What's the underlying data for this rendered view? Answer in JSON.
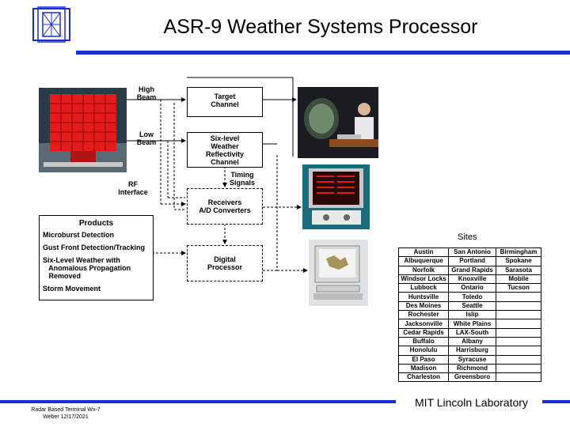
{
  "title": "ASR-9 Weather Systems Processor",
  "footer": {
    "line1": "Radar Based Terminal Wx-7",
    "line2": "Weber 12/17/2021",
    "org": "MIT Lincoln Laboratory"
  },
  "diagram": {
    "high_beam": "High\nBeam",
    "low_beam": "Low\nBeam",
    "rf_interface": "RF\nInterface",
    "timing_signals": "Timing\nSignals",
    "target_channel": "Target\nChannel",
    "weather_channel": "Six-level\nWeather\nReflectivity\nChannel",
    "receivers": "Receivers\nA/D Converters",
    "digital_processor": "Digital\nProcessor"
  },
  "products": {
    "heading": "Products",
    "items": [
      "Microburst Detection",
      "Gust Front Detection/Tracking",
      "Six-Level Weather with",
      "   Anomalous Propagation",
      "   Removed",
      "Storm Movement"
    ]
  },
  "sites": {
    "title": "Sites",
    "rows": [
      [
        "Austin",
        "San Antonio",
        "Birmingham"
      ],
      [
        "Albuquerque",
        "Portland",
        "Spokane"
      ],
      [
        "Norfolk",
        "Grand Rapids",
        "Sarasota"
      ],
      [
        "Windsor Locks",
        "Knoxville",
        "Mobile"
      ],
      [
        "Lubbock",
        "Ontario",
        "Tucson"
      ],
      [
        "Huntsville",
        "Toledo",
        ""
      ],
      [
        "Des Moines",
        "Seattle",
        ""
      ],
      [
        "Rochester",
        "Islip",
        ""
      ],
      [
        "Jacksonville",
        "White Plains",
        ""
      ],
      [
        "Cedar Rapids",
        "LAX-South",
        ""
      ],
      [
        "Buffalo",
        "Albany",
        ""
      ],
      [
        "Honolulu",
        "Harrisburg",
        ""
      ],
      [
        "El Paso",
        "Syracuse",
        ""
      ],
      [
        "Madison",
        "Richmond",
        ""
      ],
      [
        "Charleston",
        "Greensboro",
        ""
      ]
    ]
  }
}
